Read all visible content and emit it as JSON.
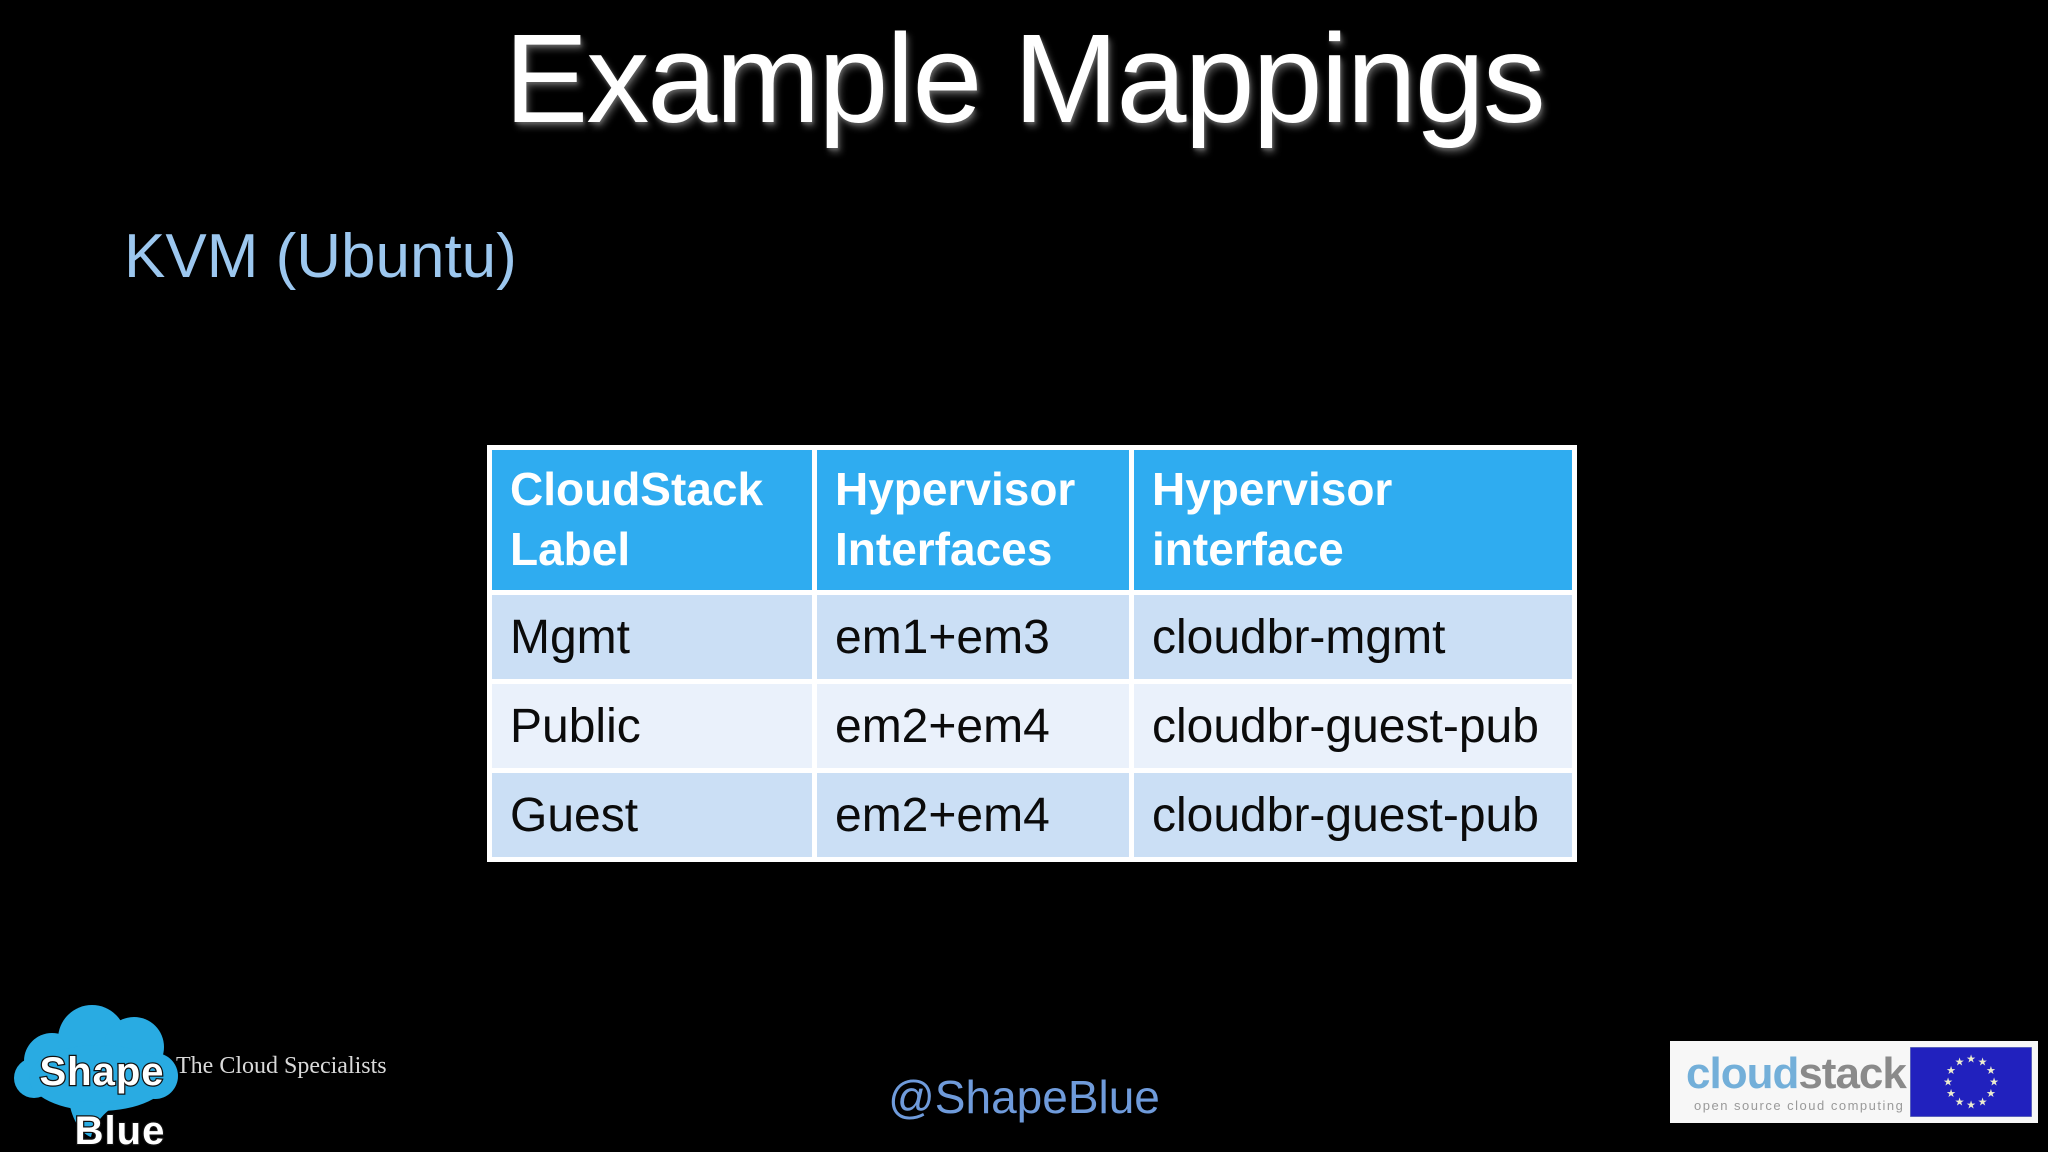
{
  "slide": {
    "title": "Example Mappings",
    "subtitle": "KVM (Ubuntu)",
    "footer_handle": "@ShapeBlue"
  },
  "table": {
    "headers": [
      "CloudStack Label",
      "Hypervisor Interfaces",
      "Hypervisor interface"
    ],
    "rows": [
      [
        "Mgmt",
        "em1+em3",
        "cloudbr-mgmt"
      ],
      [
        "Public",
        "em2+em4",
        "cloudbr-guest-pub"
      ],
      [
        "Guest",
        "em2+em4",
        "cloudbr-guest-pub"
      ]
    ]
  },
  "logos": {
    "shapeblue": {
      "shape": "Shape",
      "blue": "Blue",
      "tagline": "The Cloud Specialists"
    },
    "cloudstack": {
      "cloud": "cloud",
      "stack": "stack",
      "tagline": "open source cloud computing",
      "flag": "eu-flag"
    }
  },
  "colors": {
    "background": "#000000",
    "title_text": "#FFFFFF",
    "subtitle_text": "#9CC7EF",
    "table_header_bg": "#2FACF0",
    "table_header_text": "#FFFFFF",
    "table_row_dark_bg": "#CBDFF5",
    "table_row_light_bg": "#EAF1FB",
    "table_body_text": "#0B0B0B",
    "table_grid": "#FFFFFF",
    "handle_text": "#6F9BDB",
    "shapeblue_cloud": "#29ABE2",
    "cloudstack_cloud_text": "#73AFD9",
    "cloudstack_stack_text": "#8A8A8A",
    "eu_flag_blue": "#2121BE",
    "eu_flag_stars": "#EDEDCF"
  }
}
